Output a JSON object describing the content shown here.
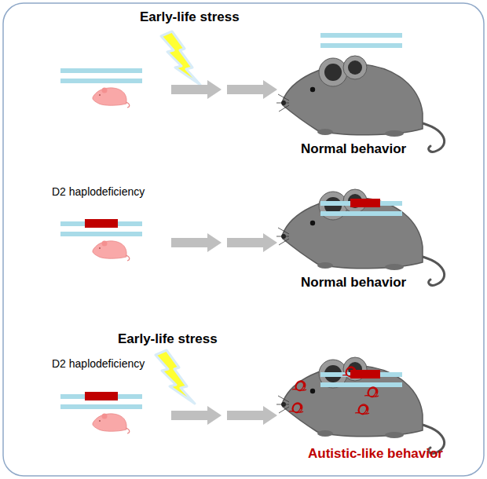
{
  "diagram": {
    "labels": [
      "Early-life stress",
      "Normal behavior",
      "D2 haplodeficiency",
      "Normal behavior",
      "Early-life stress",
      "D2 haplodeficiency",
      "Autistic-like behavior"
    ]
  }
}
